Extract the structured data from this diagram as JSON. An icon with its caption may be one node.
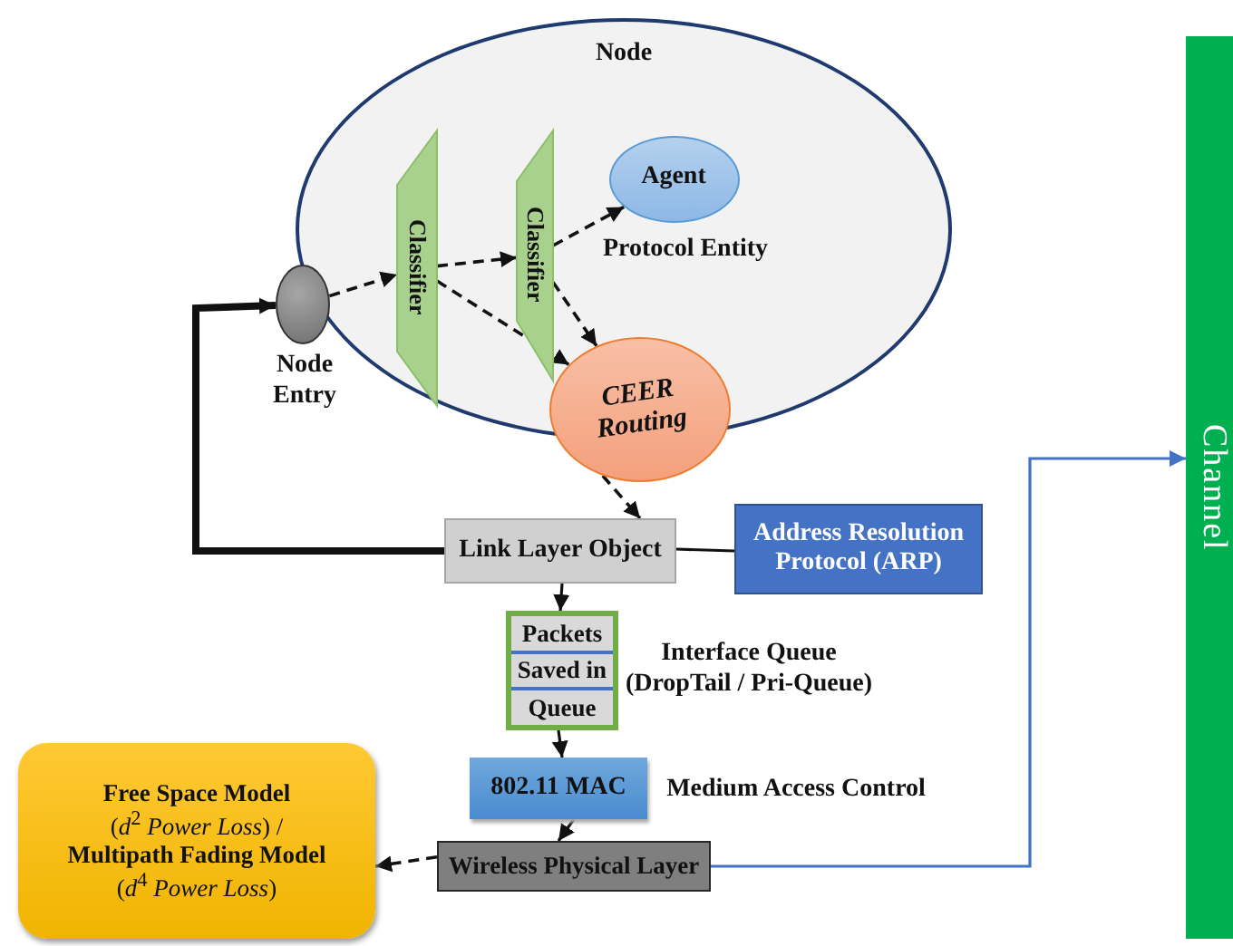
{
  "diagram": {
    "nodes": [
      {
        "text": [
          "Node"
        ]
      },
      {
        "text": [],
        "shape": "circle",
        "beside": [
          "Node Entry"
        ]
      },
      {
        "text": [
          "Classifier"
        ],
        "in": 0
      },
      {
        "text": [
          "Classifier"
        ],
        "in": 0
      },
      {
        "text": [
          "Agent"
        ],
        "in": 0,
        "beside": [
          "Protocol Entity"
        ]
      },
      {
        "text": [
          "CEER Routing"
        ]
      },
      {
        "text": [
          "Link Layer Object"
        ]
      },
      {
        "text": [
          "Address Resolution Protocol (ARP)"
        ]
      },
      {
        "text": [
          "Packets",
          "Saved in",
          "Queue"
        ],
        "beside": [
          "Interface Queue (DropTail / Pri-Queue)"
        ]
      },
      {
        "text": [
          "802.11 MAC"
        ],
        "beside": [
          "Medium Access Control"
        ]
      },
      {
        "text": [
          "Wireless Physical Layer"
        ]
      },
      {
        "text": [
          "Free Space Model",
          "(*d*$^{2}$ *Power Loss*) /",
          "Multipath Fading Model",
          "(*d*$^{4}$ *Power Loss*)"
        ]
      },
      {
        "text": [
          "Channel"
        ]
      }
    ],
    "edges": [
      {
        "from": 6,
        "to": 1,
        "arrow": "to",
        "style": "thick"
      },
      {
        "from": 1,
        "to": 2,
        "arrow": "to",
        "style": "dashed"
      },
      {
        "from": 2,
        "to": 3,
        "arrow": "to",
        "style": "dashed"
      },
      {
        "from": 3,
        "to": 4,
        "arrow": "to",
        "style": "dashed"
      },
      {
        "from": 3,
        "to": 5,
        "arrow": "to",
        "style": "dashed"
      },
      {
        "from": 2,
        "to": 5,
        "arrow": "to",
        "style": "dashed"
      },
      {
        "from": 5,
        "to": 6,
        "arrow": "to",
        "style": "dashed"
      },
      {
        "from": 7,
        "to": 6,
        "arrow": "none"
      },
      {
        "from": 6,
        "to": 8,
        "arrow": "to"
      },
      {
        "from": 8,
        "to": 9,
        "arrow": "to"
      },
      {
        "from": 9,
        "to": 10,
        "arrow": "to"
      },
      {
        "from": 10,
        "to": 11,
        "arrow": "to",
        "style": "dashed"
      },
      {
        "from": 10,
        "to": 12,
        "arrow": "to",
        "color": "#4472c4"
      }
    ]
  }
}
